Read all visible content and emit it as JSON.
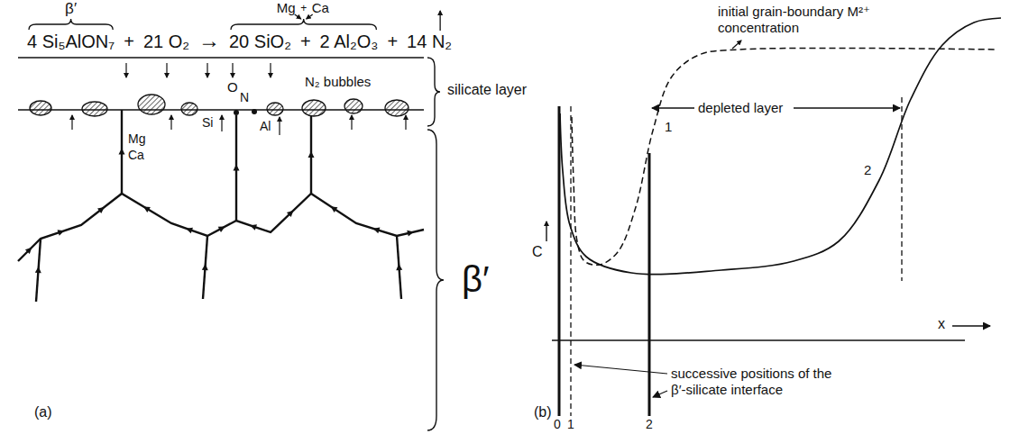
{
  "diagram": {
    "labels": [
      "β′",
      "Mg",
      "+",
      "Ca",
      "4 Si₅AlON₇",
      "+",
      "21 O₂",
      "→",
      "20 SiO₂",
      "+",
      "2 Al₂O₃",
      "+",
      "14 N₂",
      "O",
      "N₂ bubbles",
      "silicate layer",
      "N",
      "Si",
      "Al",
      "Mg",
      "Ca",
      "β′",
      "(a)",
      "initial grain-boundary M²⁺ concentration",
      "C",
      "1",
      "2",
      "depleted layer",
      "x",
      "successive positions of the β′-silicate interface",
      "0",
      "1",
      "2",
      "(b)"
    ]
  }
}
